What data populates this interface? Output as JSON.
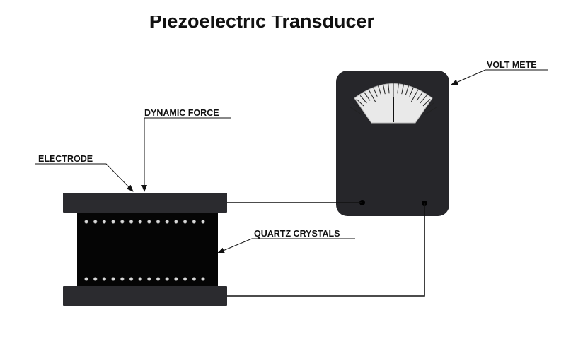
{
  "title": "Piezoelectric Transducer",
  "labels": {
    "dynamic_force": "DYNAMIC FORCE",
    "electrode": "ELECTRODE",
    "quartz_crystals": "QUARTZ CRYSTALS",
    "volt_meter": "VOLT METE"
  },
  "colors": {
    "plate": "#2b2b2f",
    "crystal": "#050505",
    "meter_body": "#26262a",
    "dial_face": "#e9e9e9",
    "wire": "#111111"
  },
  "crystal_dots_per_row": 14
}
